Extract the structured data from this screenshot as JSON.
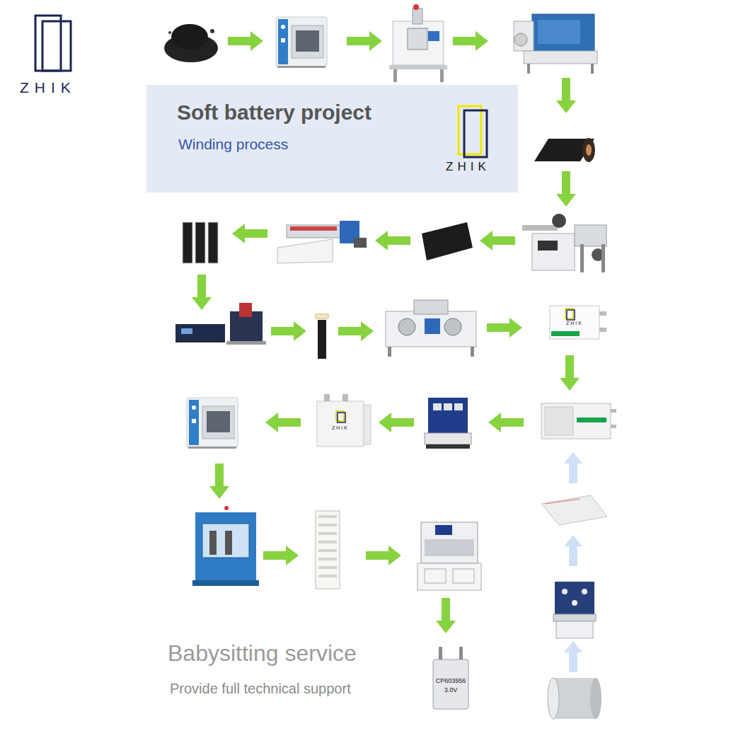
{
  "diagram": {
    "nodes": [
      {
        "text": [
          "Soft battery project",
          "Winding process",
          "ZHIK"
        ]
      },
      {
        "text": [
          "ZHIK"
        ]
      },
      {
        "text": [
          "ZHIK"
        ]
      },
      {
        "text": [
          "CP603956",
          "3.0V"
        ]
      }
    ],
    "labels": [
      "ZHIK",
      "Babysitting service",
      "Provide full technical support"
    ]
  }
}
